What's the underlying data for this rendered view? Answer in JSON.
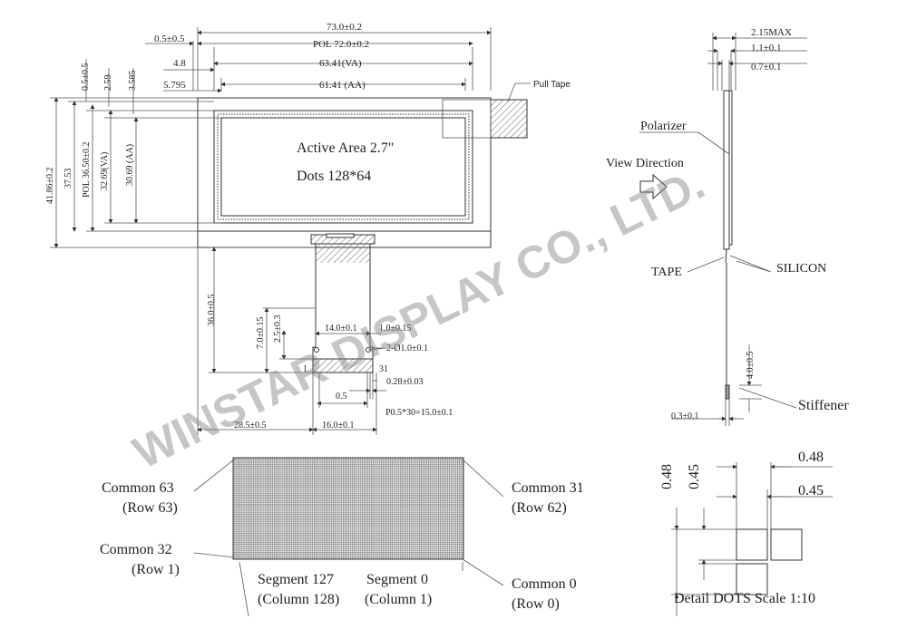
{
  "top_dims": {
    "total_width": "73.0±0.2",
    "offset": "0.5±0.5",
    "pol_width": "POL 72.0±0.2",
    "va_offset": "4.8",
    "va_width": "63.41(VA)",
    "aa_offset": "5.795",
    "aa_width": "61.41 (AA)"
  },
  "left_dims": {
    "d1": "0.5±0.5",
    "d2": "2.59",
    "d3": "3.585",
    "total_height": "41.86±0.2",
    "h2": "37.53",
    "pol_height": "POL 36.50±0.2",
    "va_height": "32.69(VA)",
    "aa_height": "30.69 (AA)"
  },
  "pull_tape": "Pull Tape",
  "active_area": {
    "line1": "Active Area 2.7\"",
    "line2": "Dots 128*64"
  },
  "fpc": {
    "tail_length": "36.0±0.5",
    "d7": "7.0±0.15",
    "d25": "2.5±0.3",
    "width14": "14.0±0.1",
    "d1": "1.0±0.15",
    "hole": "2-Ø1.0±0.1",
    "pin_first": "1",
    "pin_last": "31",
    "lead": "0.28±0.03",
    "half": "0.5",
    "pitch": "P0.5*30=15.0±0.1",
    "left_offset": "28.5±0.5",
    "width16": "16.0±0.1"
  },
  "side_view": {
    "max_thick": "2.15MAX",
    "d11": "1.1±0.1",
    "d07": "0.7±0.1",
    "polarizer": "Polarizer",
    "view_direction": "View Direction",
    "tape": "TAPE",
    "silicon": "SILICON",
    "stiff_len": "4.0±0.5",
    "stiffener": "Stiffener",
    "stiff_thick": "0.3±0.1"
  },
  "pixel_map": {
    "c63": "Common 63",
    "r63": "(Row 63)",
    "c32": "Common 32",
    "r1": "(Row 1)",
    "c31": "Common 31",
    "r62": "(Row 62)",
    "seg127": "Segment 127",
    "col128": "(Column 128)",
    "seg0": "Segment 0",
    "col1": "(Column 1)",
    "c0": "Common 0",
    "r0": "(Row 0)"
  },
  "detail": {
    "v048": "0.48",
    "v045": "0.45",
    "h048": "0.48",
    "h045": "0.45",
    "caption": "Detail DOTS   Scale 1:10"
  },
  "watermark": "WINSTAR DISPLAY CO., LTD."
}
